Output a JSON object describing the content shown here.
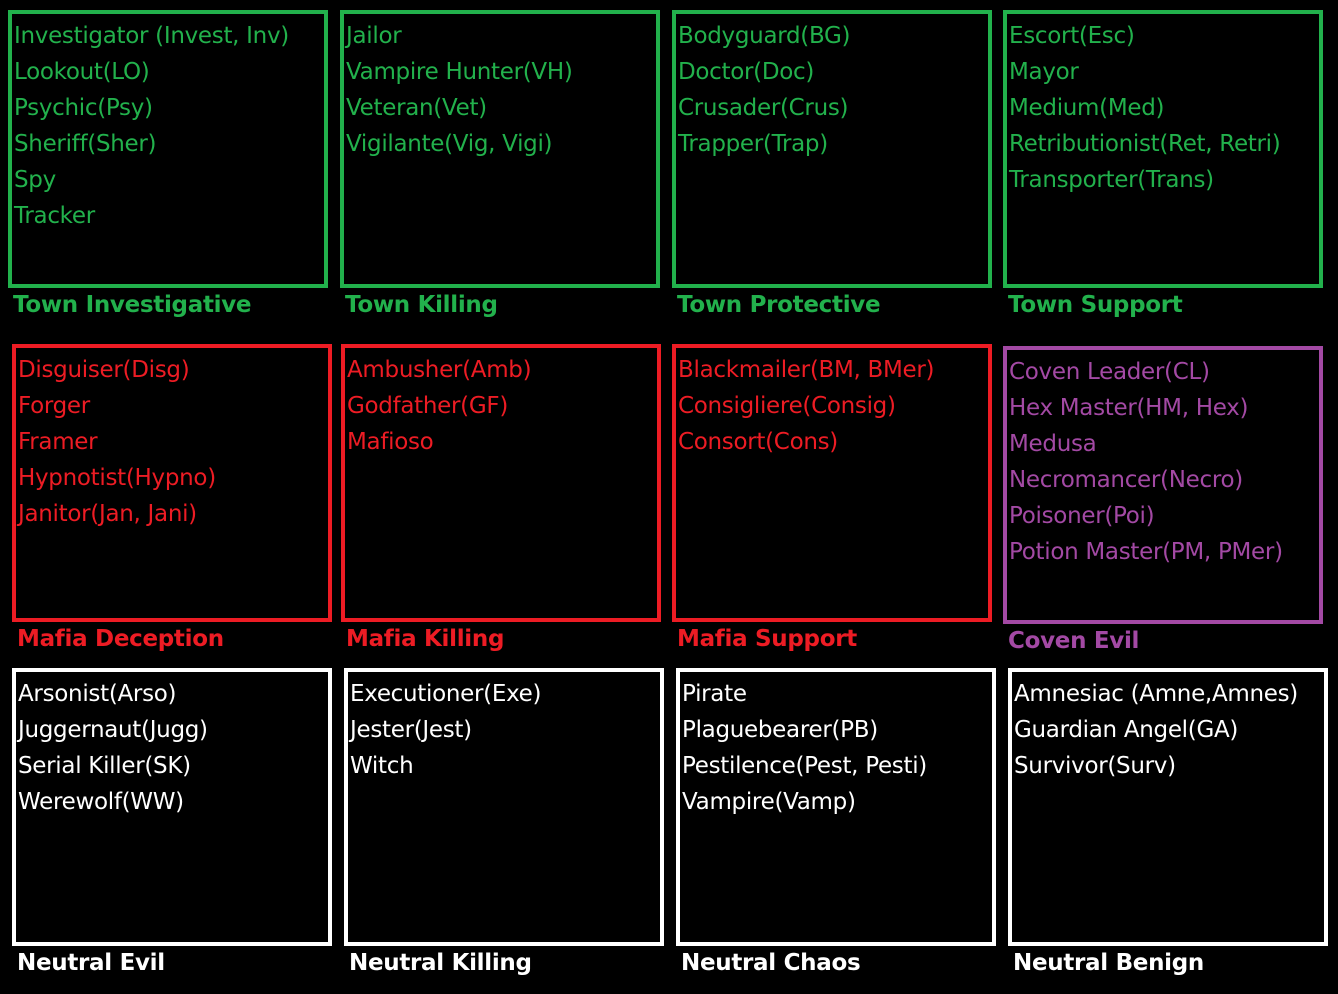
{
  "colors": {
    "town": "#22b14c",
    "mafia": "#ed1c24",
    "coven": "#a349a4",
    "neutral": "#ffffff"
  },
  "groups": [
    {
      "label": "Town Investigative",
      "roles": [
        "Investigator (Invest, Inv)",
        "Lookout(LO)",
        "Psychic(Psy)",
        "Sheriff(Sher)",
        "Spy",
        "Tracker"
      ]
    },
    {
      "label": "Town Killing",
      "roles": [
        "Jailor",
        "Vampire Hunter(VH)",
        "Veteran(Vet)",
        "Vigilante(Vig, Vigi)"
      ]
    },
    {
      "label": "Town Protective",
      "roles": [
        "Bodyguard(BG)",
        "Doctor(Doc)",
        "Crusader(Crus)",
        "Trapper(Trap)"
      ]
    },
    {
      "label": "Town Support",
      "roles": [
        "Escort(Esc)",
        "Mayor",
        "Medium(Med)",
        "Retributionist(Ret, Retri)",
        "Transporter(Trans)"
      ]
    },
    {
      "label": "Mafia Deception",
      "roles": [
        "Disguiser(Disg)",
        "Forger",
        "Framer",
        "Hypnotist(Hypno)",
        "Janitor(Jan, Jani)"
      ]
    },
    {
      "label": "Mafia Killing",
      "roles": [
        "Ambusher(Amb)",
        "Godfather(GF)",
        "Mafioso"
      ]
    },
    {
      "label": "Mafia Support",
      "roles": [
        "Blackmailer(BM, BMer)",
        "Consigliere(Consig)",
        "Consort(Cons)"
      ]
    },
    {
      "label": "Coven Evil",
      "roles": [
        "Coven Leader(CL)",
        "Hex Master(HM, Hex)",
        "Medusa",
        "Necromancer(Necro)",
        "Poisoner(Poi)",
        "Potion Master(PM, PMer)"
      ]
    },
    {
      "label": "Neutral Evil",
      "roles": [
        "Arsonist(Arso)",
        "Juggernaut(Jugg)",
        "Serial Killer(SK)",
        "Werewolf(WW)"
      ]
    },
    {
      "label": "Neutral Killing",
      "roles": [
        "Executioner(Exe)",
        "Jester(Jest)",
        "Witch"
      ]
    },
    {
      "label": "Neutral Chaos",
      "roles": [
        "Pirate",
        "Plaguebearer(PB)",
        "Pestilence(Pest, Pesti)",
        "Vampire(Vamp)"
      ]
    },
    {
      "label": "Neutral Benign",
      "roles": [
        "Amnesiac (Amne,Amnes)",
        "Guardian Angel(GA)",
        "Survivor(Surv)"
      ]
    }
  ]
}
